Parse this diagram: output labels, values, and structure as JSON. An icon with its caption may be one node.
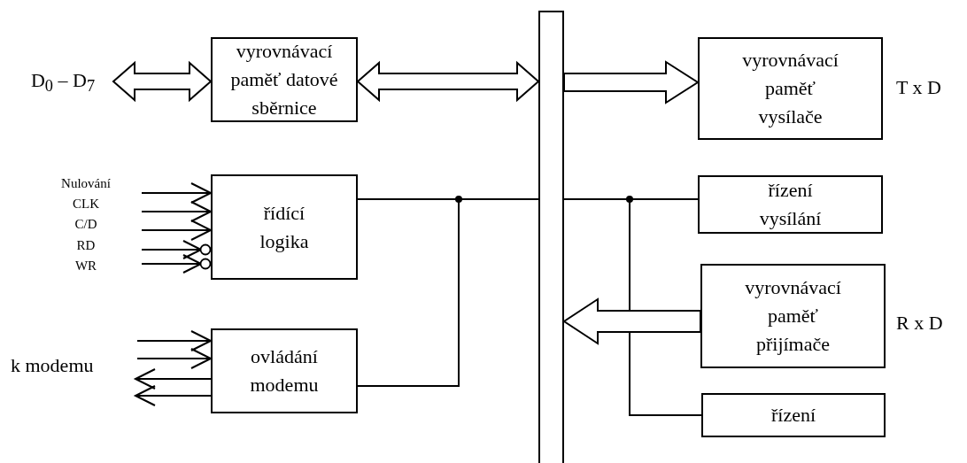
{
  "diagram": {
    "nodes": [
      {
        "text": [
          "D$_{0}$ – D$_{7}$"
        ]
      },
      {
        "text": [
          "vyrovnávací paměť datové sběrnice"
        ]
      },
      {
        "text": [],
        "shape": "bar"
      },
      {
        "text": [
          "vyrovnávací paměť vysílače"
        ],
        "beside": [
          "T x D"
        ]
      },
      {
        "text": [
          "řídící logika"
        ]
      },
      {
        "text": [
          "řízení vysílání"
        ]
      },
      {
        "text": [
          "ovládání modemu"
        ]
      },
      {
        "text": [
          "vyrovnávací paměť přijímače"
        ],
        "beside": [
          "R x D"
        ]
      },
      {
        "text": [
          "řízení"
        ]
      }
    ],
    "edges": [
      {
        "from": 0,
        "to": 1,
        "arrow": "both",
        "style": "thick"
      },
      {
        "from": 1,
        "to": 2,
        "arrow": "both",
        "style": "thick"
      },
      {
        "from": 2,
        "to": 3,
        "arrow": "to",
        "style": "thick"
      },
      {
        "from": 7,
        "to": 2,
        "arrow": "to",
        "style": "thick"
      },
      {
        "from": 4,
        "to": 2,
        "arrow": "none"
      },
      {
        "from": 6,
        "to": 2,
        "arrow": "none"
      },
      {
        "from": 2,
        "to": 5,
        "arrow": "none"
      },
      {
        "from": 2,
        "to": 8,
        "arrow": "none"
      },
      {
        "from": null,
        "to": 4,
        "arrow": "to"
      },
      {
        "from": null,
        "to": 4,
        "arrow": "to"
      },
      {
        "from": null,
        "to": 4,
        "arrow": "to"
      },
      {
        "from": null,
        "to": 4,
        "arrow": "to"
      },
      {
        "from": null,
        "to": 4,
        "arrow": "to"
      },
      {
        "from": null,
        "to": 6,
        "arrow": "to"
      },
      {
        "from": null,
        "to": 6,
        "arrow": "to"
      },
      {
        "from": 6,
        "to": null,
        "arrow": "to"
      },
      {
        "from": 6,
        "to": null,
        "arrow": "to"
      }
    ],
    "labels": [
      "Nulování",
      "CLK",
      "C/D",
      "RD",
      "WR",
      "k modemu"
    ]
  }
}
